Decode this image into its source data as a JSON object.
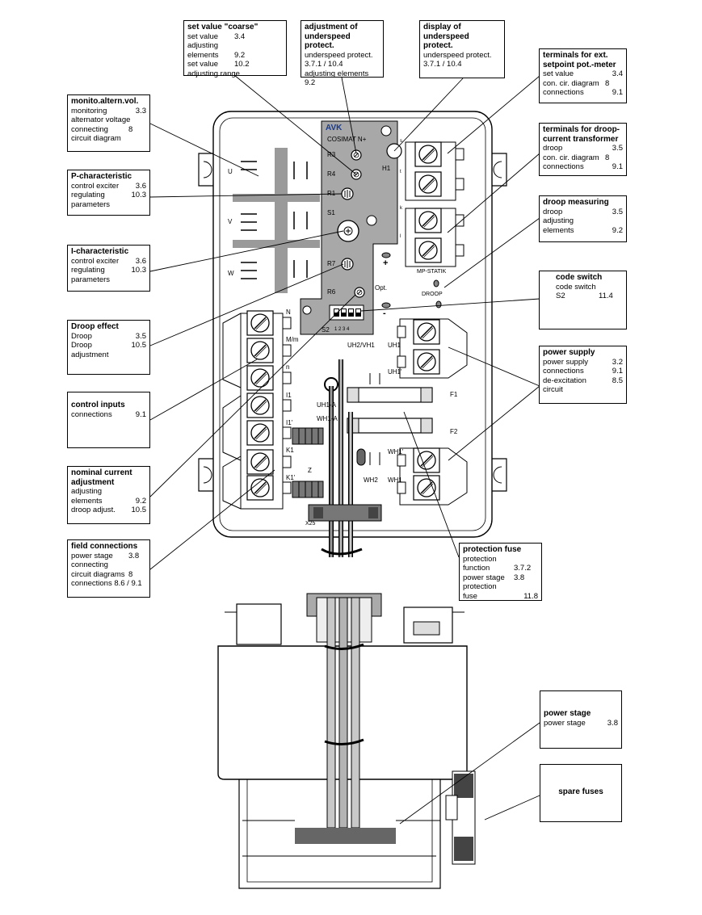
{
  "boxes": {
    "set_value_coarse": {
      "title": "set value \"coarse\"",
      "lines": [
        [
          "set value",
          "3.4"
        ],
        [
          "adjusting",
          ""
        ],
        [
          "elements",
          "9.2"
        ],
        [
          "set value",
          "10.2"
        ],
        [
          "adjusting range",
          ""
        ]
      ]
    },
    "adj_underspeed": {
      "title": "adjustment of underspeed protect.",
      "lines": [
        [
          "underspeed protect.",
          ""
        ],
        [
          "3.7.1 / 10.4",
          ""
        ],
        [
          "adjusting elements",
          ""
        ],
        [
          "9.2",
          ""
        ]
      ]
    },
    "disp_underspeed": {
      "title": "display of underspeed protect.",
      "lines": [
        [
          "underspeed protect.",
          ""
        ],
        [
          "3.7.1 / 10.4",
          ""
        ]
      ]
    },
    "term_ext": {
      "title": "terminals for ext. setpoint pot.-meter",
      "lines": [
        [
          "set value",
          "3.4"
        ],
        [
          "con. cir. diagram",
          "8"
        ],
        [
          "connections",
          "9.1"
        ]
      ]
    },
    "monito": {
      "title": "monito.altern.vol.",
      "lines": [
        [
          "monitoring",
          "3.3"
        ],
        [
          "alternator voltage",
          ""
        ],
        [
          "connecting",
          "8"
        ],
        [
          "circuit diagram",
          ""
        ]
      ]
    },
    "term_droop": {
      "title": "terminals for droop-current transformer",
      "lines": [
        [
          "droop",
          "3.5"
        ],
        [
          "con. cir. diagram",
          "8"
        ],
        [
          "connections",
          "9.1"
        ]
      ]
    },
    "p_char": {
      "title": "P-characteristic",
      "lines": [
        [
          "control exciter",
          "3.6"
        ],
        [
          "regulating",
          "10.3"
        ],
        [
          "parameters",
          ""
        ]
      ]
    },
    "droop_meas": {
      "title": "droop measuring",
      "lines": [
        [
          "droop",
          "3.5"
        ],
        [
          "adjusting",
          ""
        ],
        [
          "elements",
          "9.2"
        ]
      ]
    },
    "i_char": {
      "title": "I-characteristic",
      "lines": [
        [
          "control exciter",
          "3.6"
        ],
        [
          "regulating",
          "10.3"
        ],
        [
          "parameters",
          ""
        ]
      ]
    },
    "code_switch": {
      "title": "code switch",
      "lines": [
        [
          "code switch",
          ""
        ],
        [
          "S2",
          "11.4"
        ]
      ]
    },
    "droop_effect": {
      "title": "Droop effect",
      "lines": [
        [
          "Droop",
          "3.5"
        ],
        [
          "Droop",
          "10.5"
        ],
        [
          "adjustment",
          ""
        ]
      ]
    },
    "power_supply": {
      "title": "power supply",
      "lines": [
        [
          "power supply",
          "3.2"
        ],
        [
          "connections",
          "9.1"
        ],
        [
          "de-excitation",
          "8.5"
        ],
        [
          "circuit",
          ""
        ]
      ]
    },
    "control_inputs": {
      "title": "control inputs",
      "lines": [
        [
          "connections",
          "9.1"
        ]
      ]
    },
    "nominal_current": {
      "title": "nominal current adjustment",
      "lines": [
        [
          "adjusting",
          ""
        ],
        [
          "elements",
          "9.2"
        ],
        [
          "droop adjust.",
          "10.5"
        ]
      ]
    },
    "field_conn": {
      "title": "field connections",
      "lines": [
        [
          "power stage",
          "3.8"
        ],
        [
          "connecting",
          ""
        ],
        [
          "circuit diagrams",
          "8"
        ],
        [
          "connections 8.6 / 9.1",
          ""
        ]
      ]
    },
    "protection_fuse": {
      "title": "protection fuse",
      "lines": [
        [
          "protection",
          ""
        ],
        [
          "function",
          "3.7.2"
        ],
        [
          "power stage",
          "3.8"
        ],
        [
          "protection",
          ""
        ],
        [
          "fuse",
          "11.8"
        ]
      ]
    },
    "power_stage": {
      "title": "power stage",
      "lines": [
        [
          "power stage",
          "3.8"
        ]
      ]
    },
    "spare_fuses": {
      "title": "spare fuses",
      "lines": []
    }
  },
  "board": {
    "logo": "AVK",
    "model": "COSIMAT N+",
    "labels": {
      "R3": "R3",
      "R4": "R4",
      "R1": "R1",
      "S1": "S1",
      "R7": "R7",
      "R6": "R6",
      "S2": "S2",
      "S2nums": "1  2  3  4",
      "H1": "H1",
      "U": "U",
      "V": "V",
      "W": "W",
      "plus": "+",
      "minus": "-",
      "opt": "Opt.",
      "mp": "MP-STATIK",
      "droop": "DROOP",
      "N": "N",
      "Mm": "M/m",
      "n": "n",
      "I1": "I1",
      "I1b": "I1'",
      "K1": "K1",
      "K1b": "K1'",
      "UH2VH1": "UH2/VH1",
      "UH1": "UH1",
      "UH1b": "UH1'",
      "UH1A": "UH1-A",
      "WH1A": "WH1-A",
      "F1": "F1",
      "F2": "F2",
      "WH1": "WH1'",
      "WH1b": "WH1",
      "WH2": "WH2",
      "Z": "Z",
      "X25": "X25",
      "s": "s",
      "t": "t",
      "k": "k",
      "l": "l"
    }
  }
}
